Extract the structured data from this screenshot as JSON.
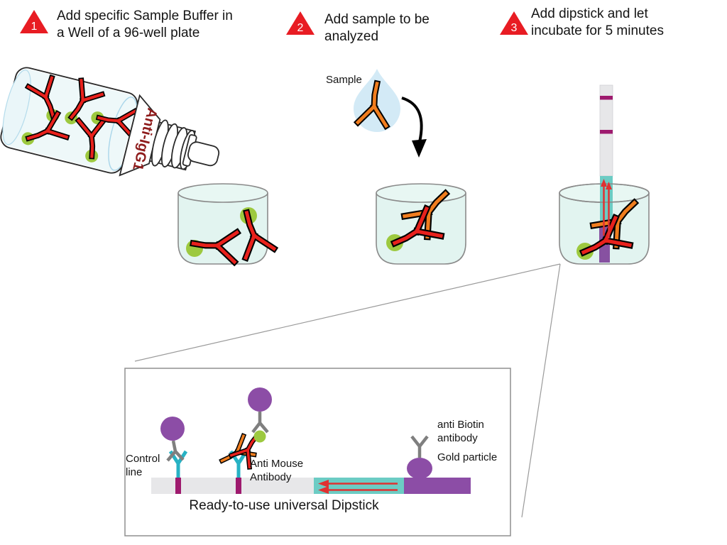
{
  "steps": [
    {
      "number": "1",
      "label": "Add specific Sample Buffer in a Well of a 96-well plate"
    },
    {
      "number": "2",
      "label": "Add sample to be analyzed"
    },
    {
      "number": "3",
      "label": "Add dipstick and let incubate for 5 minutes"
    }
  ],
  "bottle": {
    "label": "Anti-IgG1"
  },
  "sample": {
    "label": "Sample"
  },
  "inset": {
    "control_line": "Control line",
    "anti_mouse": "Anti Mouse Antibody",
    "anti_biotin": "anti Biotin antibody",
    "gold_particle": "Gold particle",
    "dipstick_label": "Ready-to-use universal Dipstick"
  },
  "colors": {
    "step_triangle": "#e81c23",
    "antibody_red": "#e8211c",
    "antibody_orange": "#f07d1e",
    "biotin_green": "#9dc93f",
    "gold_purple": "#8c4da6",
    "teal_antibody": "#27b2c4",
    "membrane_teal": "#6cccc4",
    "line_magenta": "#9e1a6e",
    "strip_gray": "#e7e7e9",
    "well_fill": "#e2f4f0",
    "bottle_label_red": "#8e1b1b"
  }
}
